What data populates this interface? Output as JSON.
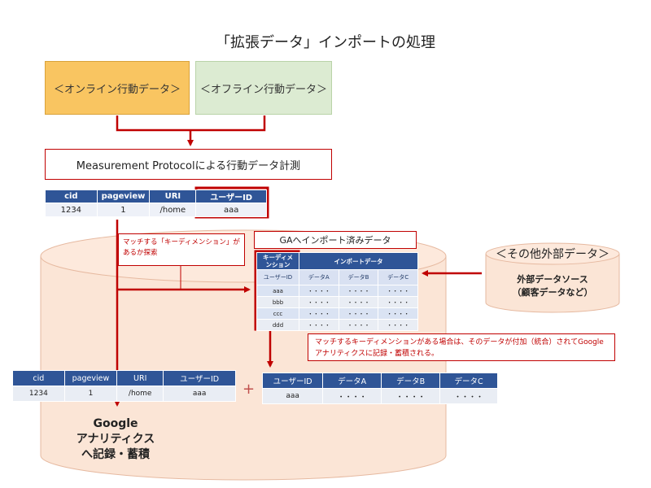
{
  "title": "「拡張データ」インポートの処理",
  "sources": {
    "online": "＜オンライン行動データ＞",
    "offline": "＜オフライン行動データ＞"
  },
  "mp_label": "Measurement Protocolによる行動データ計測",
  "hit_table": {
    "headers": [
      "cid",
      "pageview",
      "URI",
      "ユーザーID"
    ],
    "row": [
      "1234",
      "1",
      "/home",
      "aaa"
    ]
  },
  "callout_match": "マッチする「キーディメンション」があるか探索",
  "ga_import_title": "GAへインポート済みデータ",
  "import_table": {
    "key_header": "キーディメ\nンション",
    "data_header": "インポートデータ",
    "sub_headers": [
      "ユーザーID",
      "データA",
      "データB",
      "データC"
    ],
    "rows": [
      [
        "aaa",
        "・・・・",
        "・・・・",
        "・・・・"
      ],
      [
        "bbb",
        "・・・・",
        "・・・・",
        "・・・・"
      ],
      [
        "ccc",
        "・・・・",
        "・・・・",
        "・・・・"
      ],
      [
        "ddd",
        "・・・・",
        "・・・・",
        "・・・・"
      ]
    ]
  },
  "callout_result": "マッチするキーディメンションがある場合は、そのデータが付加（統合）されてGoogle アナリティクスに記録・蓄積される。",
  "result_hit_table": {
    "headers": [
      "cid",
      "pageview",
      "URI",
      "ユーザーID"
    ],
    "row": [
      "1234",
      "1",
      "/home",
      "aaa"
    ]
  },
  "plus": "+",
  "result_import_table": {
    "headers": [
      "ユーザーID",
      "データA",
      "データB",
      "データC"
    ],
    "row": [
      "aaa",
      "・・・・",
      "・・・・",
      "・・・・"
    ]
  },
  "ga_label": {
    "line1": "Google",
    "line2": "アナリティクス",
    "line3": "へ記録・蓄積"
  },
  "external": {
    "title": "＜その他外部データ＞",
    "sub1": "外部データソース",
    "sub2": "（顧客データなど）"
  },
  "colors": {
    "accent_red": "#c00000",
    "header_blue": "#2f5597",
    "online_orange": "#f9c561",
    "offline_green": "#dcebd2",
    "cylinder_pink": "#fbe5d6"
  }
}
